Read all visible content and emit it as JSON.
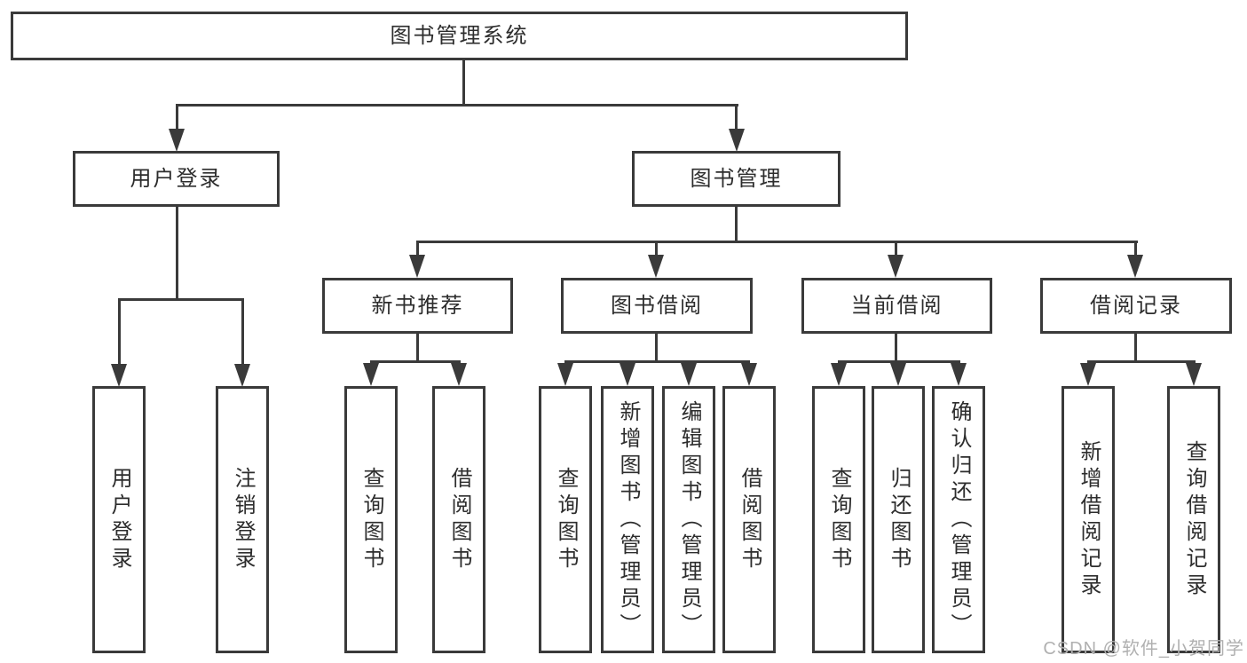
{
  "diagram_title": "图书管理系统",
  "tree": {
    "label": "图书管理系统",
    "children": [
      {
        "label": "用户登录",
        "children": [
          {
            "label": "用户登录"
          },
          {
            "label": "注销登录"
          }
        ]
      },
      {
        "label": "图书管理",
        "children": [
          {
            "label": "新书推荐",
            "children": [
              {
                "label": "查询图书"
              },
              {
                "label": "借阅图书"
              }
            ]
          },
          {
            "label": "图书借阅",
            "children": [
              {
                "label": "查询图书"
              },
              {
                "label": "新增图书（管理员）"
              },
              {
                "label": "编辑图书（管理员）"
              },
              {
                "label": "借阅图书"
              }
            ]
          },
          {
            "label": "当前借阅",
            "children": [
              {
                "label": "查询图书"
              },
              {
                "label": "归还图书"
              },
              {
                "label": "确认归还（管理员）"
              }
            ]
          },
          {
            "label": "借阅记录",
            "children": [
              {
                "label": "新增借阅记录"
              },
              {
                "label": "查询借阅记录"
              }
            ]
          }
        ]
      }
    ]
  },
  "watermark": {
    "text": "CSDN @软件_小贺同学"
  },
  "colors": {
    "line": "#3a3a3a",
    "border": "#3a3a3a",
    "text": "#2d2d2d",
    "watermark": "#b0b0b0",
    "background": "#ffffff"
  }
}
